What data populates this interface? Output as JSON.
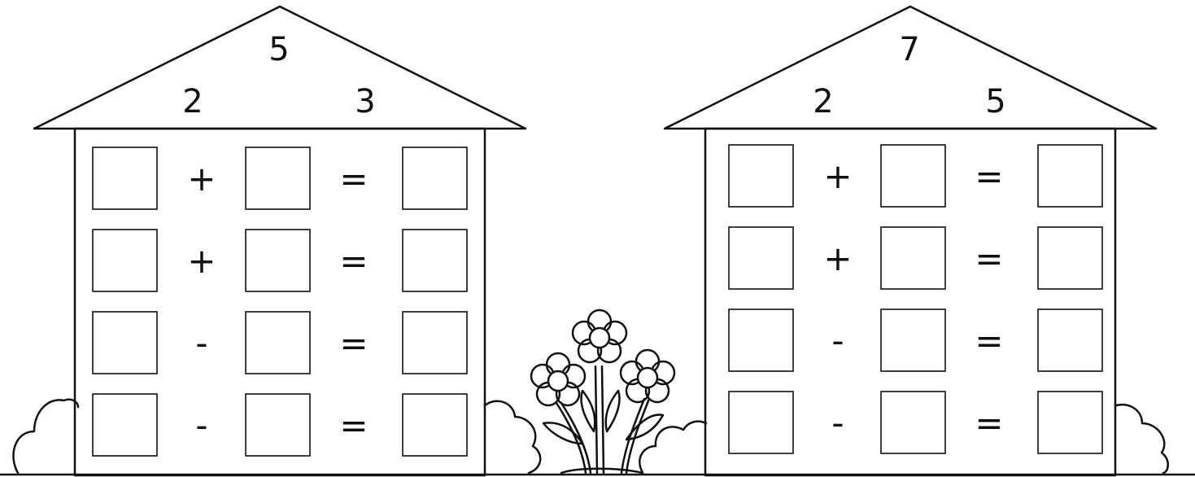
{
  "houses": [
    {
      "total": "5",
      "left_part": "2",
      "right_part": "3",
      "rows": [
        {
          "op": "+",
          "eq": "="
        },
        {
          "op": "+",
          "eq": "="
        },
        {
          "op": "-",
          "eq": "="
        },
        {
          "op": "-",
          "eq": "="
        }
      ]
    },
    {
      "total": "7",
      "left_part": "2",
      "right_part": "5",
      "rows": [
        {
          "op": "+",
          "eq": "="
        },
        {
          "op": "+",
          "eq": "="
        },
        {
          "op": "-",
          "eq": "="
        },
        {
          "op": "-",
          "eq": "="
        }
      ]
    }
  ],
  "colors": {
    "ink": "#111111",
    "background": "#ffffff"
  },
  "decorations": [
    "bush",
    "flowers"
  ]
}
